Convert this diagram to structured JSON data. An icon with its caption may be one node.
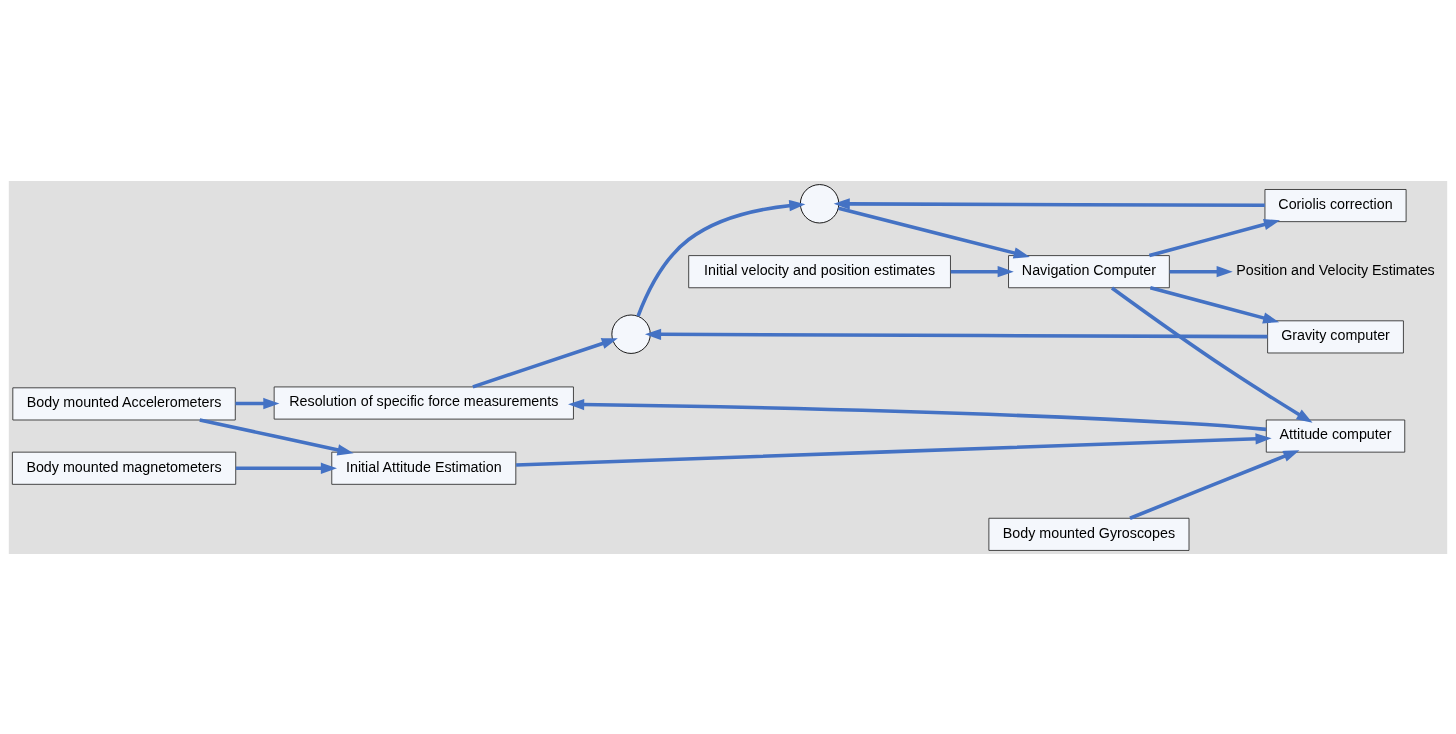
{
  "diagram": {
    "nodes": [
      {
        "text": [
          "Body mounted Accelerometers"
        ]
      },
      {
        "text": [
          "Resolution of specific force measurements"
        ]
      },
      {
        "text": [],
        "shape": "circle"
      },
      {
        "text": [],
        "shape": "circle"
      },
      {
        "text": [
          "Navigation Computer"
        ]
      },
      {
        "text": [
          "Position and Velocity Estimates"
        ]
      },
      {
        "text": [
          "Gravity computer"
        ]
      },
      {
        "text": [
          "Coriolis correction"
        ]
      },
      {
        "text": [
          "Initial velocity and position estimates"
        ]
      },
      {
        "text": [
          "Body mounted magnetometers"
        ]
      },
      {
        "text": [
          "Initial Attitude Estimation"
        ]
      },
      {
        "text": [
          "Attitude computer"
        ]
      },
      {
        "text": [
          "Body mounted Gyroscopes"
        ]
      }
    ],
    "edges": [
      {
        "from": 0,
        "to": 1,
        "arrow": "to"
      },
      {
        "from": 0,
        "to": 10,
        "arrow": "to"
      },
      {
        "from": 9,
        "to": 10,
        "arrow": "to"
      },
      {
        "from": 10,
        "to": 11,
        "arrow": "to"
      },
      {
        "from": 12,
        "to": 11,
        "arrow": "to"
      },
      {
        "from": 11,
        "to": 1,
        "arrow": "to"
      },
      {
        "from": 1,
        "to": 2,
        "arrow": "to"
      },
      {
        "from": 2,
        "to": 3,
        "arrow": "to"
      },
      {
        "from": 3,
        "to": 4,
        "arrow": "to"
      },
      {
        "from": 4,
        "to": 5,
        "arrow": "to"
      },
      {
        "from": 6,
        "to": 2,
        "arrow": "to"
      },
      {
        "from": 7,
        "to": 3,
        "arrow": "to"
      },
      {
        "from": 8,
        "to": 4,
        "arrow": "to"
      },
      {
        "from": 4,
        "to": 6,
        "arrow": "to"
      },
      {
        "from": 4,
        "to": 7,
        "arrow": "to"
      },
      {
        "from": 4,
        "to": 11,
        "arrow": "to"
      }
    ]
  }
}
